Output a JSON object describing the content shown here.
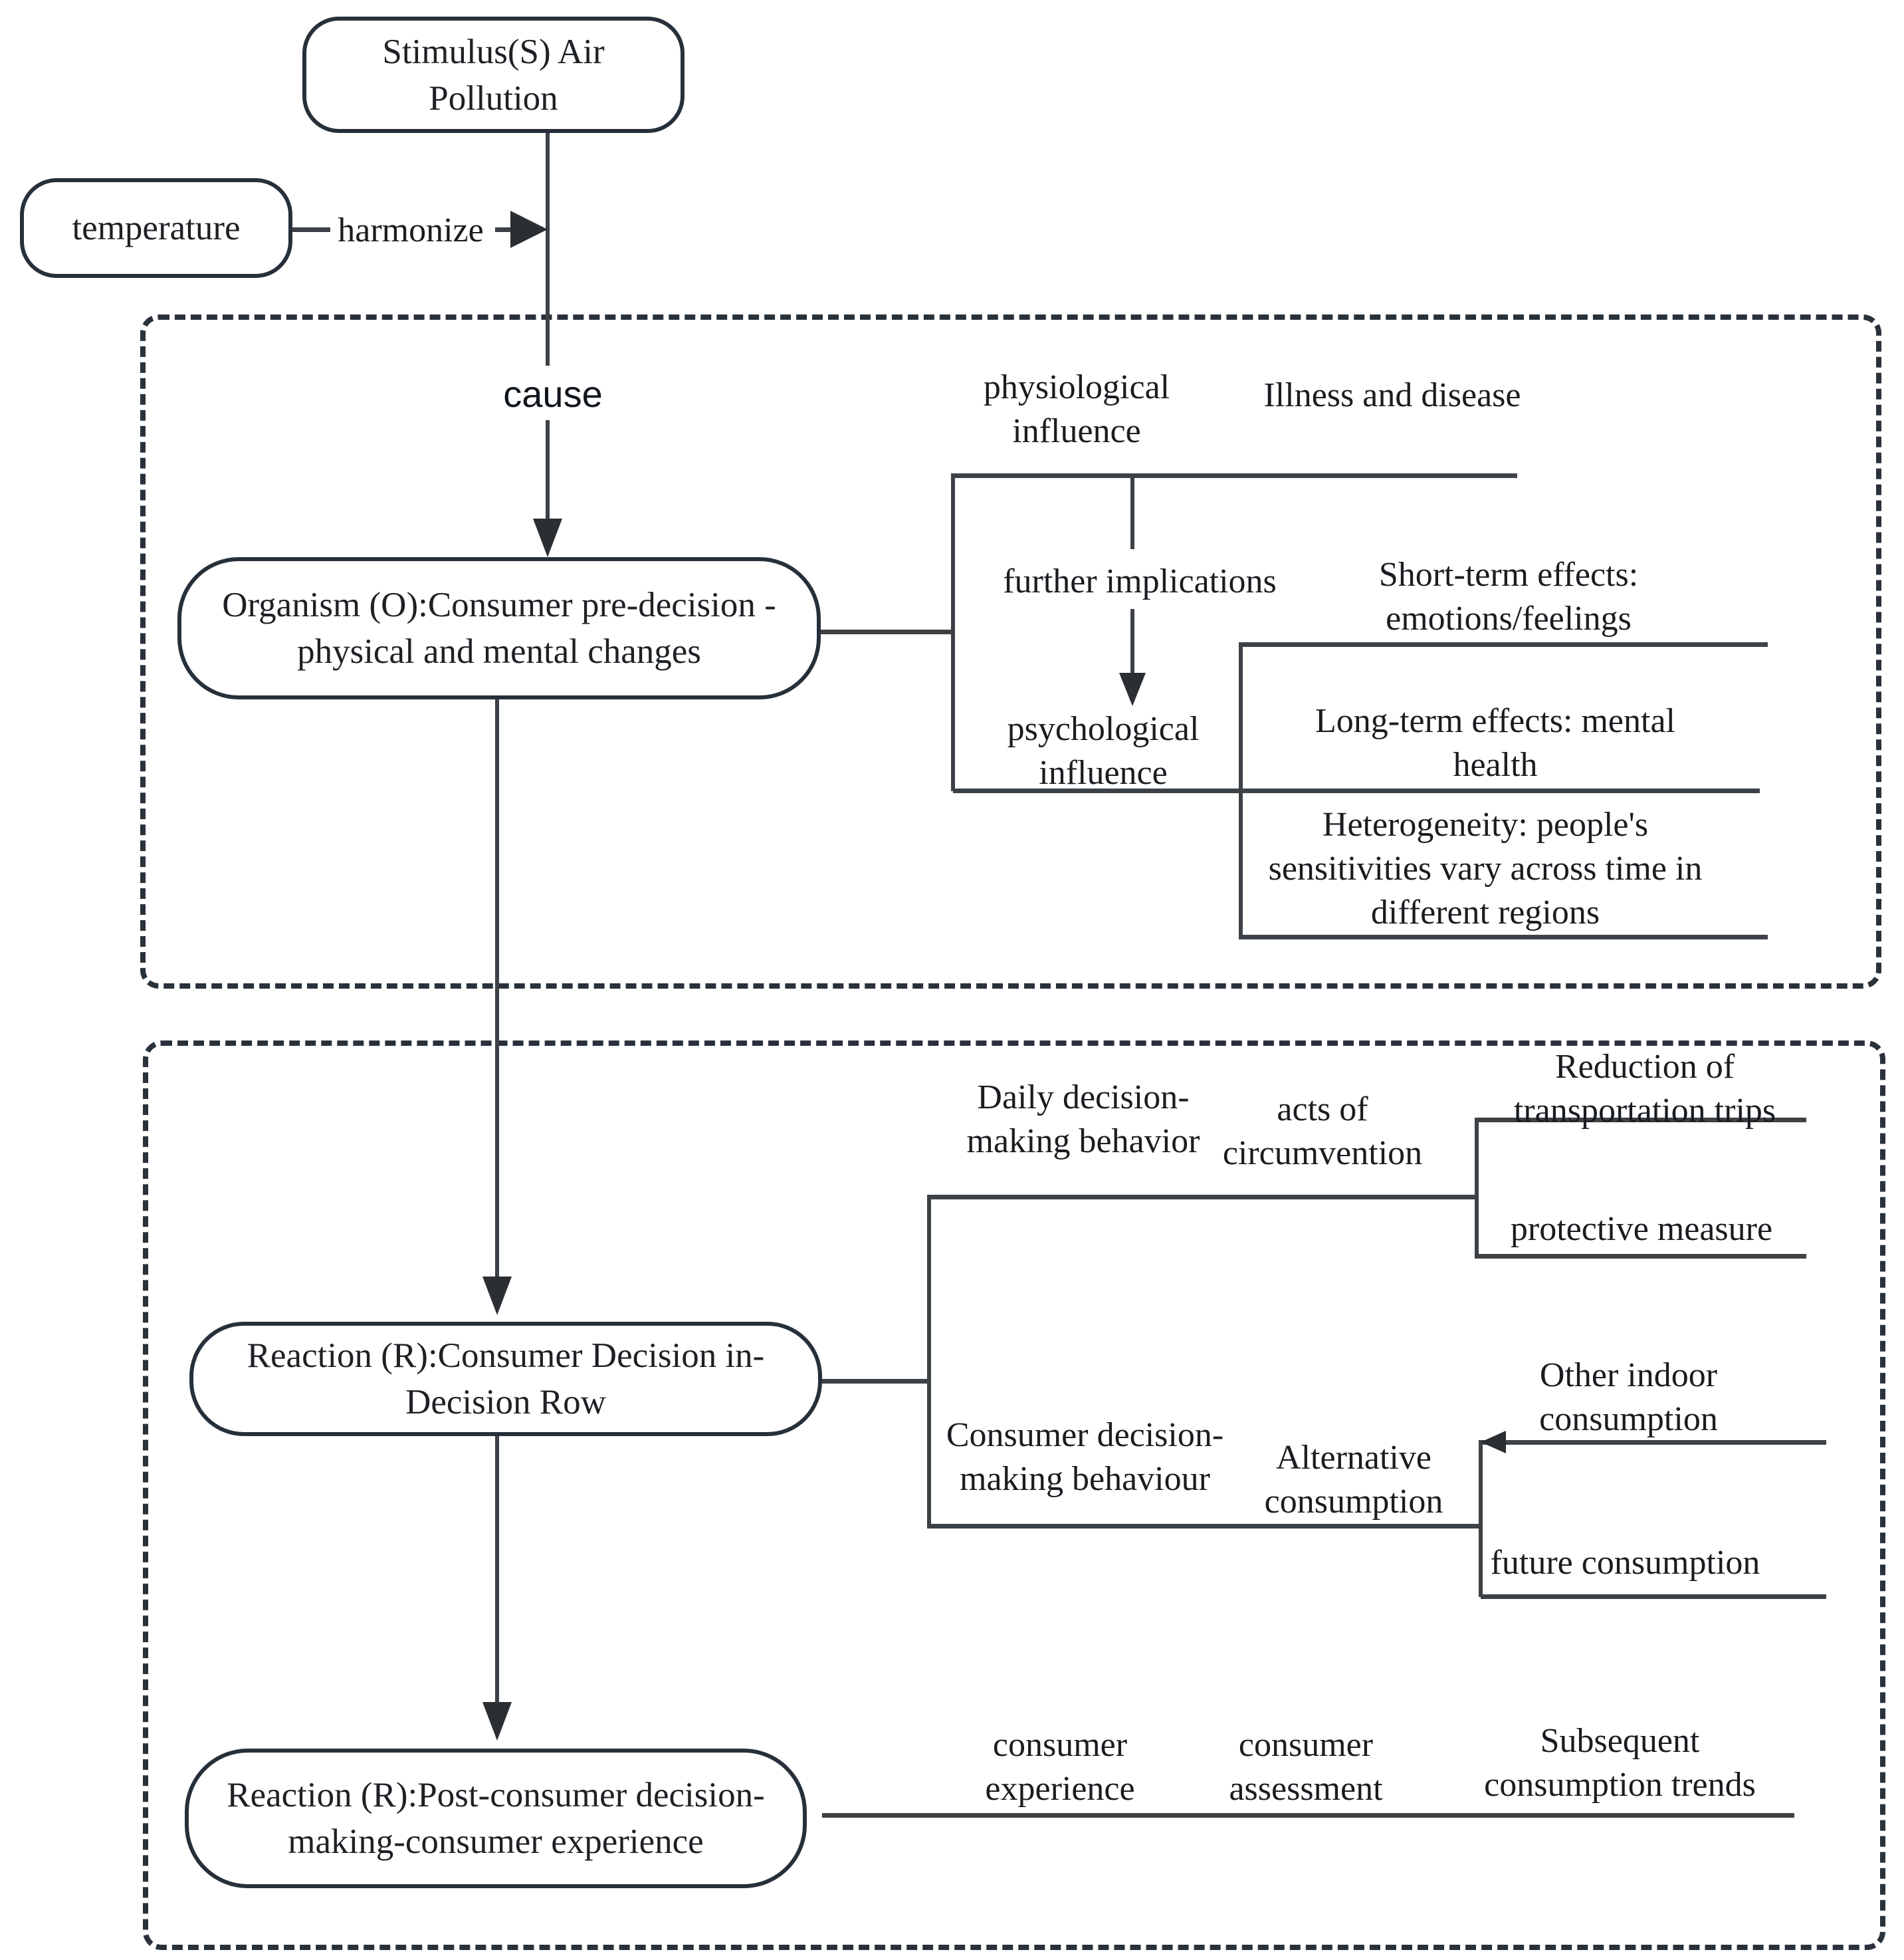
{
  "figure": {
    "type": "flow-diagram",
    "model": "Stimulus-Organism-Reaction framework for air pollution and consumer behavior"
  },
  "boxes": {
    "stimulus": {
      "label": "Stimulus(S) Air\nPollution"
    },
    "temperature": {
      "label": "temperature"
    },
    "organism": {
      "label": "Organism (O):Consumer pre-decision -\nphysical and mental changes"
    },
    "reaction_decision": {
      "label": "Reaction (R):Consumer Decision in-\nDecision Row"
    },
    "reaction_post": {
      "label": "Reaction (R):Post-consumer decision-\nmaking-consumer experience"
    }
  },
  "edges": {
    "cause": "cause",
    "harmonize": "harmonize",
    "further_implications": "further implications"
  },
  "organism_branches": {
    "physiological": "physiological\ninfluence",
    "illness": "Illness and disease",
    "psychological": "psychological\ninfluence",
    "short_term": "Short-term effects:\nemotions/feelings",
    "long_term": "Long-term effects: mental\nhealth",
    "heterogeneity": "Heterogeneity: people's\nsensitivities vary across time in\ndifferent regions"
  },
  "decision_branches": {
    "daily": "Daily decision-\nmaking behavior",
    "acts": "acts of\ncircumvention",
    "reduction": "Reduction of\ntransportation trips",
    "protective": "protective measure",
    "consumer_dm": "Consumer decision-\nmaking behaviour",
    "alternative": "Alternative\nconsumption",
    "other_indoor": "Other indoor\nconsumption",
    "future": "future consumption"
  },
  "post_branches": {
    "consumer_experience": "consumer\nexperience",
    "consumer_assessment": "consumer\nassessment",
    "subsequent": "Subsequent\nconsumption trends"
  },
  "colors": {
    "background": "#ffffff",
    "line": "#3d4247",
    "box_border": "#26303a",
    "dashed_border": "#29313b",
    "text": "#1a1d21",
    "arrow": "#2b2e33"
  }
}
